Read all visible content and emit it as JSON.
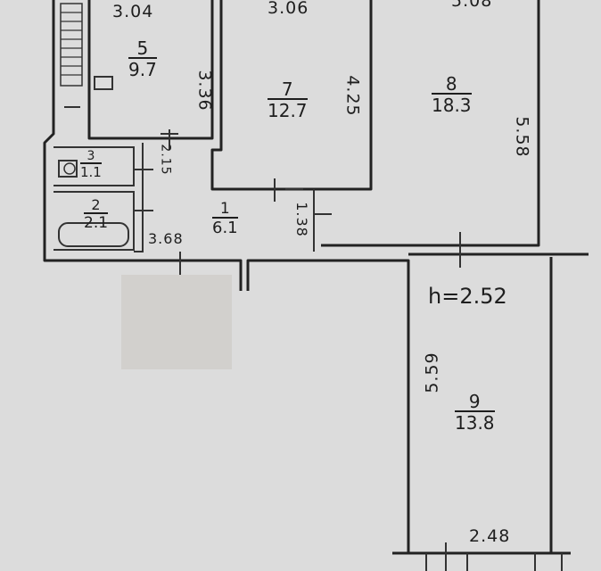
{
  "rooms": [
    {
      "number": "5",
      "area": "9.7"
    },
    {
      "number": "7",
      "area": "12.7"
    },
    {
      "number": "8",
      "area": "18.3"
    },
    {
      "number": "3",
      "area": "1.1"
    },
    {
      "number": "2",
      "area": "2.1"
    },
    {
      "number": "1",
      "area": "6.1"
    },
    {
      "number": "9",
      "area": "13.8"
    }
  ],
  "dimensions": {
    "room5_width": "3.04",
    "room7_width": "3.06",
    "room8_width": "5.08",
    "room5_depth": "3.36",
    "room7_depth": "4.25",
    "room8_depth": "5.58",
    "room3_depth": "2.15",
    "hall_width": "3.68",
    "hall_depth": "1.38",
    "room9_depth": "5.59",
    "room9_width": "2.48"
  },
  "ceiling_height": "h=2.52"
}
